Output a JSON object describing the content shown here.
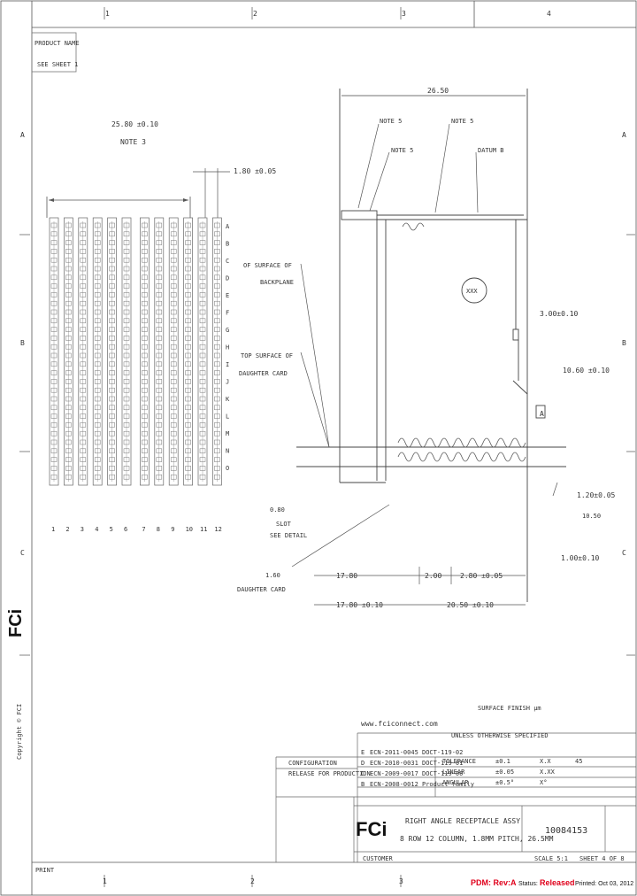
{
  "border": {
    "columns_top": [
      "1",
      "2",
      "3",
      "4"
    ],
    "columns_bottom": [
      "1",
      "2",
      "3"
    ],
    "rows": [
      "A",
      "B",
      "C"
    ]
  },
  "product_box": {
    "line1": "PRODUCT NAME",
    "line2": "SEE SHEET 1"
  },
  "dims": {
    "top_width": "26.50",
    "pitch": "1.80 ±0.05",
    "left_total": "25.80 ±0.10",
    "left_note": "NOTE 3",
    "note_1": "NOTE 5",
    "note_2": "NOTE 5",
    "note_3": "NOTE 5",
    "datum": "DATUM B",
    "backplane_1": "OF SURFACE OF",
    "backplane_2": "BACKPLANE",
    "daughter_1": "TOP SURFACE OF",
    "daughter_2": "DAUGHTER CARD",
    "right_1": "3.00±0.10",
    "right_2": "10.60 ±0.10",
    "right_3": "1.20±0.05",
    "right_4": "10.50",
    "right_5": "1.00±0.10",
    "slot_1": "0.80",
    "slot_2": "SLOT",
    "slot_3": "SEE DETAIL",
    "card_1": "1.60",
    "card_2": "DAUGHTER CARD",
    "bottom_1": "17.80",
    "bottom_2": "2.00",
    "bottom_3": "2.80 ±0.05",
    "bottom_4": "17.80 ±0.10",
    "bottom_5": "20.50 ±0.10",
    "detail_label": "A",
    "circle_label": "XXX"
  },
  "rows_letters": [
    "A",
    "B",
    "C",
    "D",
    "E",
    "F",
    "G",
    "H",
    "I",
    "J",
    "K",
    "L",
    "M",
    "N",
    "O"
  ],
  "col_numbers": [
    "1",
    "2",
    "3",
    "4",
    "5",
    "6",
    "7",
    "8",
    "9",
    "10",
    "11",
    "12"
  ],
  "title_block": {
    "website": "www.fciconnect.com",
    "finish_note": "SURFACE FINISH μm",
    "tolerance_note": "UNLESS OTHERWISE SPECIFIED",
    "revisions": [
      {
        "rev": "E",
        "text": "ECN-2011-0045  DOCT-119-02"
      },
      {
        "rev": "D",
        "text": "ECN-2010-0031  DOCT-119-01"
      },
      {
        "rev": "C",
        "text": "ECN-2009-0017  DOCT-119-00"
      },
      {
        "rev": "B",
        "text": "ECN-2008-0012  Product family"
      }
    ],
    "tolerances": [
      {
        "label": "TOLERANCE",
        "v1": "±0.1",
        "v2": "X.X",
        "v3": "45"
      },
      {
        "label": "LINEAR",
        "v1": "±0.05",
        "v2": "X.XX",
        "v3": ""
      },
      {
        "label": "ANGULAR",
        "v1": "±0.5°",
        "v2": "X°",
        "v3": ""
      }
    ],
    "rev_history": [
      {
        "text": "CONFIGURATION"
      },
      {
        "text": "RELEASE FOR PRODUCTION"
      }
    ],
    "title_1": "RIGHT ANGLE RECEPTACLE ASSY",
    "title_2": "8 ROW 12 COLUMN, 1.8MM PITCH, 26.5MM",
    "drawing_no": "10084153",
    "sheet": "SHEET 4 OF 8",
    "customer": "CUSTOMER",
    "scale": "SCALE 5:1",
    "copyright": "Copyright © FCI",
    "print_note": "PRINT",
    "logo": "FCi"
  },
  "footer": {
    "pdm": "PDM: Rev:A",
    "status_label": "Status:",
    "status_value": "Released",
    "printed": "Printed: Oct 03, 2012"
  }
}
